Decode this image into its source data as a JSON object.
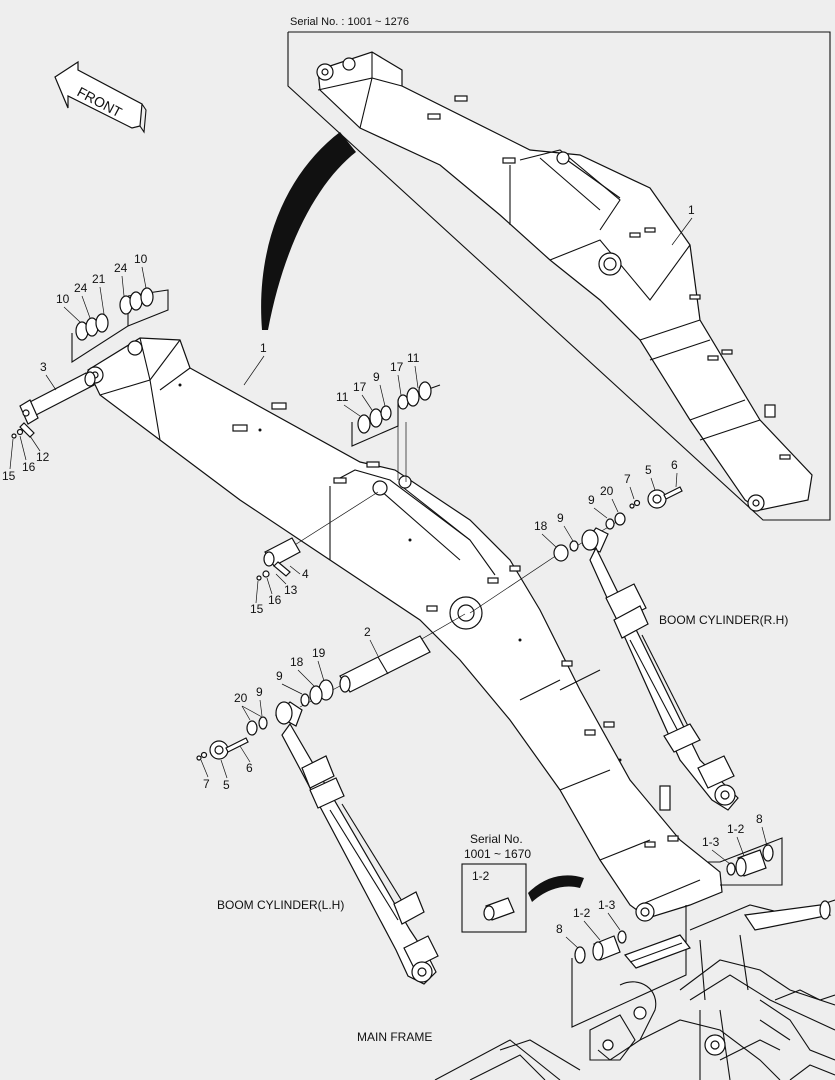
{
  "serial_top": "Serial No. : 1001 ~ 1276",
  "serial_box": {
    "line1": "Serial No.",
    "line2": "1001 ~ 1670",
    "part": "1-2"
  },
  "front_label": "FRONT",
  "captions": {
    "cyl_rh": "BOOM CYLINDER(R.H)",
    "cyl_lh": "BOOM CYLINDER(L.H)",
    "main_frame": "MAIN FRAME"
  },
  "callouts": {
    "inset_1": "1",
    "b_1": "1",
    "g_10a": "10",
    "g_24a": "24",
    "g_21": "21",
    "g_24b": "24",
    "g_10b": "10",
    "p_3": "3",
    "p_12": "12",
    "p_16a": "16",
    "p_15a": "15",
    "h_11a": "11",
    "h_17a": "17",
    "h_9a": "9",
    "h_17b": "17",
    "h_11b": "11",
    "p_4": "4",
    "p_13": "13",
    "p_16b": "16",
    "p_15b": "15",
    "r_18": "18",
    "r_9a": "9",
    "r_9b": "9",
    "r_20": "20",
    "r_7": "7",
    "r_5": "5",
    "r_6": "6",
    "p_2": "2",
    "l_19": "19",
    "l_18": "18",
    "l_9a": "9",
    "l_20": "20",
    "l_9b": "9",
    "l_6": "6",
    "l_7": "7",
    "l_5": "5",
    "br_13": "1-3",
    "br_12": "1-2",
    "br_8": "8",
    "bl_12": "1-2",
    "bl_13": "1-3",
    "bl_8": "8"
  }
}
